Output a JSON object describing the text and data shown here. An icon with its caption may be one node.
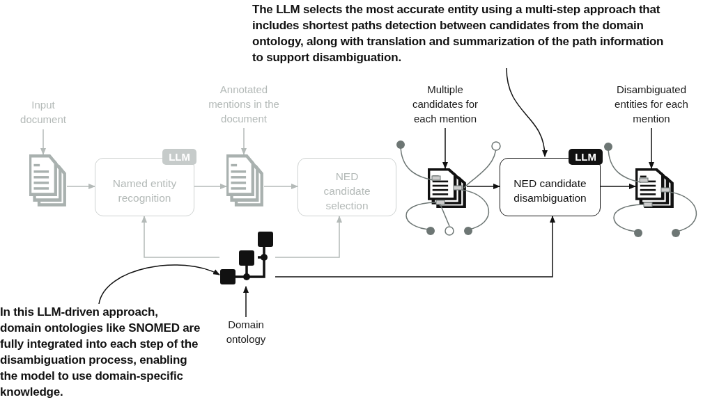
{
  "diagram": {
    "nodes": [
      {
        "text": [
          "Input document"
        ]
      },
      {
        "text": [],
        "shape": "document"
      },
      {
        "text": [
          "LLM",
          "Named entity recognition"
        ]
      },
      {
        "text": [
          "Annotated mentions in the document"
        ]
      },
      {
        "text": [],
        "shape": "document"
      },
      {
        "text": [
          "NED candidate selection"
        ]
      },
      {
        "text": [
          "Multiple candidates for each mention"
        ]
      },
      {
        "text": [],
        "shape": "document"
      },
      {
        "text": [
          "LLM",
          "NED candidate disambiguation"
        ]
      },
      {
        "text": [
          "Disambiguated entities for each mention"
        ]
      },
      {
        "text": [],
        "shape": "document"
      },
      {
        "text": [],
        "shape": "picture"
      },
      {
        "text": [
          "Domain ontology"
        ]
      },
      {
        "text": [
          "The LLM selects the most accurate entity using a multi-step approach that includes shortest paths detection between candidates from the domain ontology, along with translation and summarization of the path information to support disambiguation."
        ]
      },
      {
        "text": [
          "In this LLM-driven approach, domain ontologies like SNOMED are fully integrated into each step of the disambiguation process, enabling the model to use domain-specific knowledge."
        ]
      }
    ],
    "edges": [
      {
        "from": 0,
        "to": 1,
        "arrow": "to",
        "color": "#b4bab8"
      },
      {
        "from": 1,
        "to": 2,
        "arrow": "to",
        "color": "#b4bab8"
      },
      {
        "from": 2,
        "to": 4,
        "arrow": "to",
        "color": "#b4bab8"
      },
      {
        "from": 3,
        "to": 4,
        "arrow": "to",
        "color": "#b4bab8"
      },
      {
        "from": 4,
        "to": 5,
        "arrow": "to",
        "color": "#b4bab8"
      },
      {
        "from": 11,
        "to": 2,
        "arrow": "to",
        "color": "#b4bab8"
      },
      {
        "from": 11,
        "to": 5,
        "arrow": "to",
        "color": "#b4bab8"
      },
      {
        "from": 6,
        "to": 7,
        "arrow": "to"
      },
      {
        "from": 7,
        "to": 8,
        "arrow": "to"
      },
      {
        "from": 13,
        "to": 8,
        "arrow": "to"
      },
      {
        "from": 8,
        "to": 10,
        "arrow": "to"
      },
      {
        "from": 9,
        "to": 10,
        "arrow": "to"
      },
      {
        "from": 11,
        "to": 8,
        "arrow": "to"
      },
      {
        "from": 12,
        "to": 11,
        "arrow": "to"
      },
      {
        "from": 14,
        "to": 11,
        "arrow": "to"
      }
    ]
  }
}
